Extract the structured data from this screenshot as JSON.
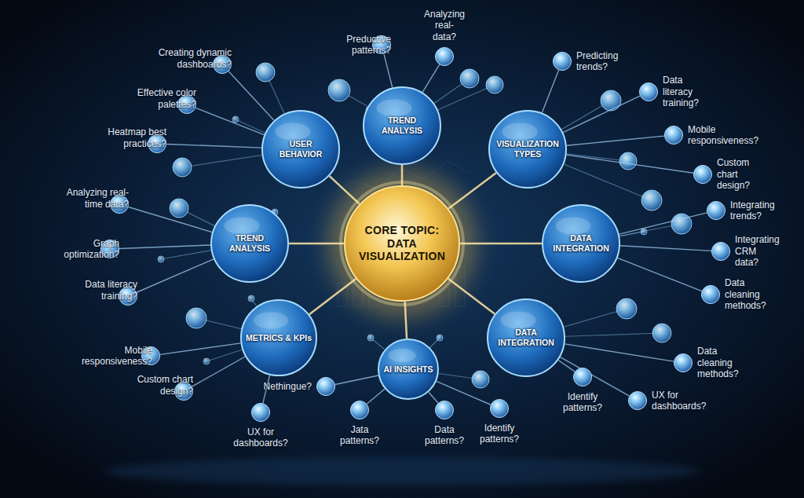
{
  "diagram": {
    "nodes": [
      {
        "text": [
          "CORE TOPIC: DATA VISUALIZATION"
        ]
      },
      {
        "text": [
          "USER BEHAVIOR"
        ]
      },
      {
        "text": [
          "TREND ANALYSIS"
        ]
      },
      {
        "text": [
          "VISUALIZATION TYPES"
        ]
      },
      {
        "text": [
          "TREND ANALYSIS"
        ]
      },
      {
        "text": [
          "DATA INTEGRATION"
        ]
      },
      {
        "text": [
          "METRICS & KPIs"
        ]
      },
      {
        "text": [
          "AI INSIGHTS"
        ]
      },
      {
        "text": [
          "DATA INTEGRATION"
        ]
      },
      {
        "text": [
          "Creating dynamic dashboards?"
        ]
      },
      {
        "text": [
          "Effective color palettes?"
        ]
      },
      {
        "text": [
          "Heatmap best practices?"
        ]
      },
      {
        "text": [
          "Preductive patterns?"
        ]
      },
      {
        "text": [
          "Analyzing real-data?"
        ]
      },
      {
        "text": [
          "Predicting trends?"
        ]
      },
      {
        "text": [
          "Data literacy training?"
        ]
      },
      {
        "text": [
          "Mobile responsiveness?"
        ]
      },
      {
        "text": [
          "Analyzing real-time data?"
        ]
      },
      {
        "text": [
          "Graph optimization?"
        ]
      },
      {
        "text": [
          "Data literacy training?"
        ]
      },
      {
        "text": [
          "Custom chart design?"
        ]
      },
      {
        "text": [
          "Integrating trends?"
        ]
      },
      {
        "text": [
          "Integrating CRM data?"
        ]
      },
      {
        "text": [
          "Data cleaning methods?"
        ]
      },
      {
        "text": [
          "Data cleaning methods?"
        ]
      },
      {
        "text": [
          "UX for dashboards?"
        ]
      },
      {
        "text": [
          "Identify patterns?"
        ]
      },
      {
        "text": [
          "Mobile responsiveness?"
        ]
      },
      {
        "text": [
          "Custom chart design?"
        ]
      },
      {
        "text": [
          "UX for dashboards?"
        ]
      },
      {
        "text": [
          "Nethingue?"
        ]
      },
      {
        "text": [
          "Jata patterns?"
        ]
      },
      {
        "text": [
          "Data patterns?"
        ]
      },
      {
        "text": [
          "Identify patterns?"
        ]
      }
    ],
    "edges": [
      {
        "from": 0,
        "to": 1,
        "arrow": "none"
      },
      {
        "from": 0,
        "to": 2,
        "arrow": "none"
      },
      {
        "from": 0,
        "to": 3,
        "arrow": "none"
      },
      {
        "from": 0,
        "to": 4,
        "arrow": "none"
      },
      {
        "from": 0,
        "to": 5,
        "arrow": "none"
      },
      {
        "from": 0,
        "to": 6,
        "arrow": "none"
      },
      {
        "from": 0,
        "to": 7,
        "arrow": "none"
      },
      {
        "from": 0,
        "to": 8,
        "arrow": "none"
      },
      {
        "from": 1,
        "to": 9,
        "arrow": "none"
      },
      {
        "from": 1,
        "to": 10,
        "arrow": "none"
      },
      {
        "from": 1,
        "to": 11,
        "arrow": "none"
      },
      {
        "from": 2,
        "to": 12,
        "arrow": "none"
      },
      {
        "from": 2,
        "to": 13,
        "arrow": "none"
      },
      {
        "from": 3,
        "to": 14,
        "arrow": "none"
      },
      {
        "from": 3,
        "to": 15,
        "arrow": "none"
      },
      {
        "from": 3,
        "to": 16,
        "arrow": "none"
      },
      {
        "from": 4,
        "to": 17,
        "arrow": "none"
      },
      {
        "from": 4,
        "to": 18,
        "arrow": "none"
      },
      {
        "from": 4,
        "to": 19,
        "arrow": "none"
      },
      {
        "from": 3,
        "to": 20,
        "arrow": "none"
      },
      {
        "from": 5,
        "to": 21,
        "arrow": "none"
      },
      {
        "from": 5,
        "to": 22,
        "arrow": "none"
      },
      {
        "from": 5,
        "to": 23,
        "arrow": "none"
      },
      {
        "from": 8,
        "to": 24,
        "arrow": "none"
      },
      {
        "from": 8,
        "to": 25,
        "arrow": "none"
      },
      {
        "from": 8,
        "to": 26,
        "arrow": "none"
      },
      {
        "from": 6,
        "to": 27,
        "arrow": "none"
      },
      {
        "from": 6,
        "to": 28,
        "arrow": "none"
      },
      {
        "from": 6,
        "to": 29,
        "arrow": "none"
      },
      {
        "from": 7,
        "to": 30,
        "arrow": "none"
      },
      {
        "from": 7,
        "to": 31,
        "arrow": "none"
      },
      {
        "from": 7,
        "to": 32,
        "arrow": "none"
      },
      {
        "from": 7,
        "to": 33,
        "arrow": "none"
      }
    ]
  }
}
